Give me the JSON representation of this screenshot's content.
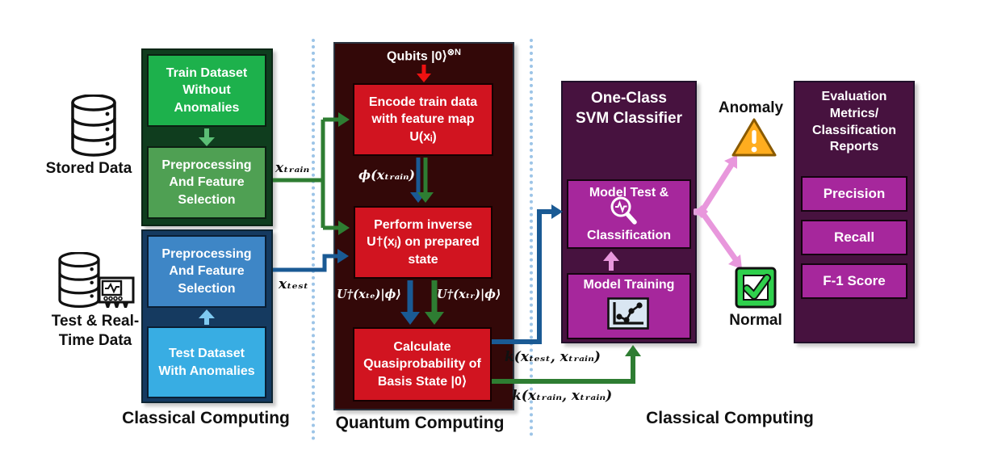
{
  "left": {
    "section_title": "Classical Computing",
    "stored_data_label": "Stored Data",
    "train_box": "Train Dataset Without Anomalies",
    "preprocess_green_box": "Preprocessing And Feature Selection",
    "x_train_label": "xₜᵣₐᵢₙ",
    "test_data_label": "Test & Real-Time Data",
    "preprocess_blue_box": "Preprocessing And Feature Selection",
    "test_box": "Test Dataset With Anomalies",
    "x_test_label": "xₜₑₛₜ"
  },
  "quantum": {
    "section_title": "Quantum Computing",
    "qubits_base": "Qubits |0⟩",
    "qubits_sup": "⊗N",
    "encode_box": "Encode train data with feature map U(xᵢ)",
    "phi_label": "ϕ(xₜᵣₐᵢₙ)",
    "perform_box": "Perform inverse U†(xⱼ) on prepared state",
    "ute_label": "U†(xₜₑ)|ϕ⟩",
    "utr_label": "U†(xₜᵣ)|ϕ⟩",
    "calculate_box": "Calculate Quasiprobability of Basis State |0⟩",
    "k_test_label": "k(xₜₑₛₜ, xₜᵣₐᵢₙ)",
    "k_train_label": "k(xₜᵣₐᵢₙ, xₜᵣₐᵢₙ)"
  },
  "right": {
    "section_title": "Classical Computing",
    "svm_title": "One-Class SVM Classifier",
    "model_test_top": "Model Test &",
    "model_test_bottom": "Classification",
    "model_training": "Model Training",
    "anomaly_label": "Anomaly",
    "normal_label": "Normal",
    "eval_title": "Evaluation Metrics/ Classification Reports",
    "metrics": [
      "Precision",
      "Recall",
      "F-1 Score"
    ]
  },
  "palette": {
    "green_bright": "#1DB14C",
    "green_mid": "#4FA053",
    "green_dark_container": "#0F3D1E",
    "green_arrow_light": "#5BBE75",
    "flow_green": "#2E7D32",
    "blue_mid": "#3E86C6",
    "blue_light": "#38ADE3",
    "navy_container": "#153A60",
    "blue_arrow_light": "#7FC9F0",
    "flow_blue": "#1A5A94",
    "maroon_container": "#330808",
    "red_box": "#D11420",
    "red_arrow": "#EE1111",
    "purple_container": "#47123F",
    "magenta_box": "#A6279C",
    "pink_arrow": "#E897DC",
    "divider_blue": "#9CC4E7",
    "warning_orange": "#FFAD1F",
    "check_green": "#2FD04C"
  }
}
